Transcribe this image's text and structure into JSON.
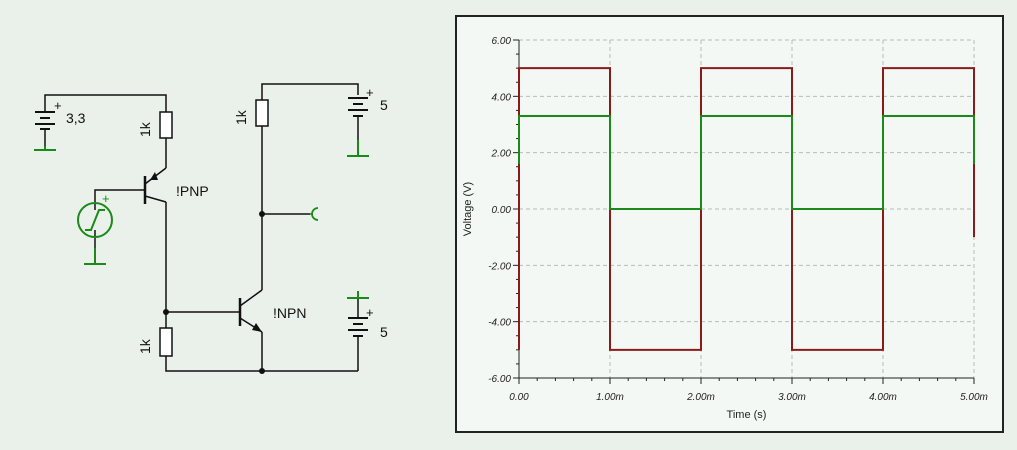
{
  "schematic": {
    "supply_left": "3,3",
    "supply_top_right": "5",
    "supply_bottom_right": "5",
    "resistor_1": "1k",
    "resistor_2": "1k",
    "resistor_3": "1k",
    "transistor_pnp": "!PNP",
    "transistor_npn": "!NPN"
  },
  "chart_data": {
    "type": "line",
    "xlabel": "Time (s)",
    "ylabel": "Voltage (V)",
    "xlim": [
      0,
      0.005
    ],
    "ylim": [
      -6,
      6
    ],
    "xticks": [
      "0.00",
      "1.00m",
      "2.00m",
      "3.00m",
      "4.00m",
      "5.00m"
    ],
    "yticks": [
      "6.00",
      "4.00",
      "2.00",
      "0.00",
      "-2.00",
      "-4.00",
      "-6.00"
    ],
    "grid": true,
    "series": [
      {
        "color": "#8b1a1a",
        "x": [
          0,
          0,
          0.001,
          0.001,
          0.002,
          0.002,
          0.003,
          0.003,
          0.004,
          0.004,
          0.005,
          0.005
        ],
        "y": [
          -5,
          5,
          5,
          -5,
          -5,
          5,
          5,
          -5,
          -5,
          5,
          5,
          -1
        ]
      },
      {
        "color": "#1a8a1a",
        "x": [
          0,
          0,
          0.001,
          0.001,
          0.002,
          0.002,
          0.003,
          0.003,
          0.004,
          0.004,
          0.005,
          0.005
        ],
        "y": [
          1.6,
          3.3,
          3.3,
          0,
          0,
          3.3,
          3.3,
          0,
          0,
          3.3,
          3.3,
          1.6
        ]
      }
    ]
  }
}
